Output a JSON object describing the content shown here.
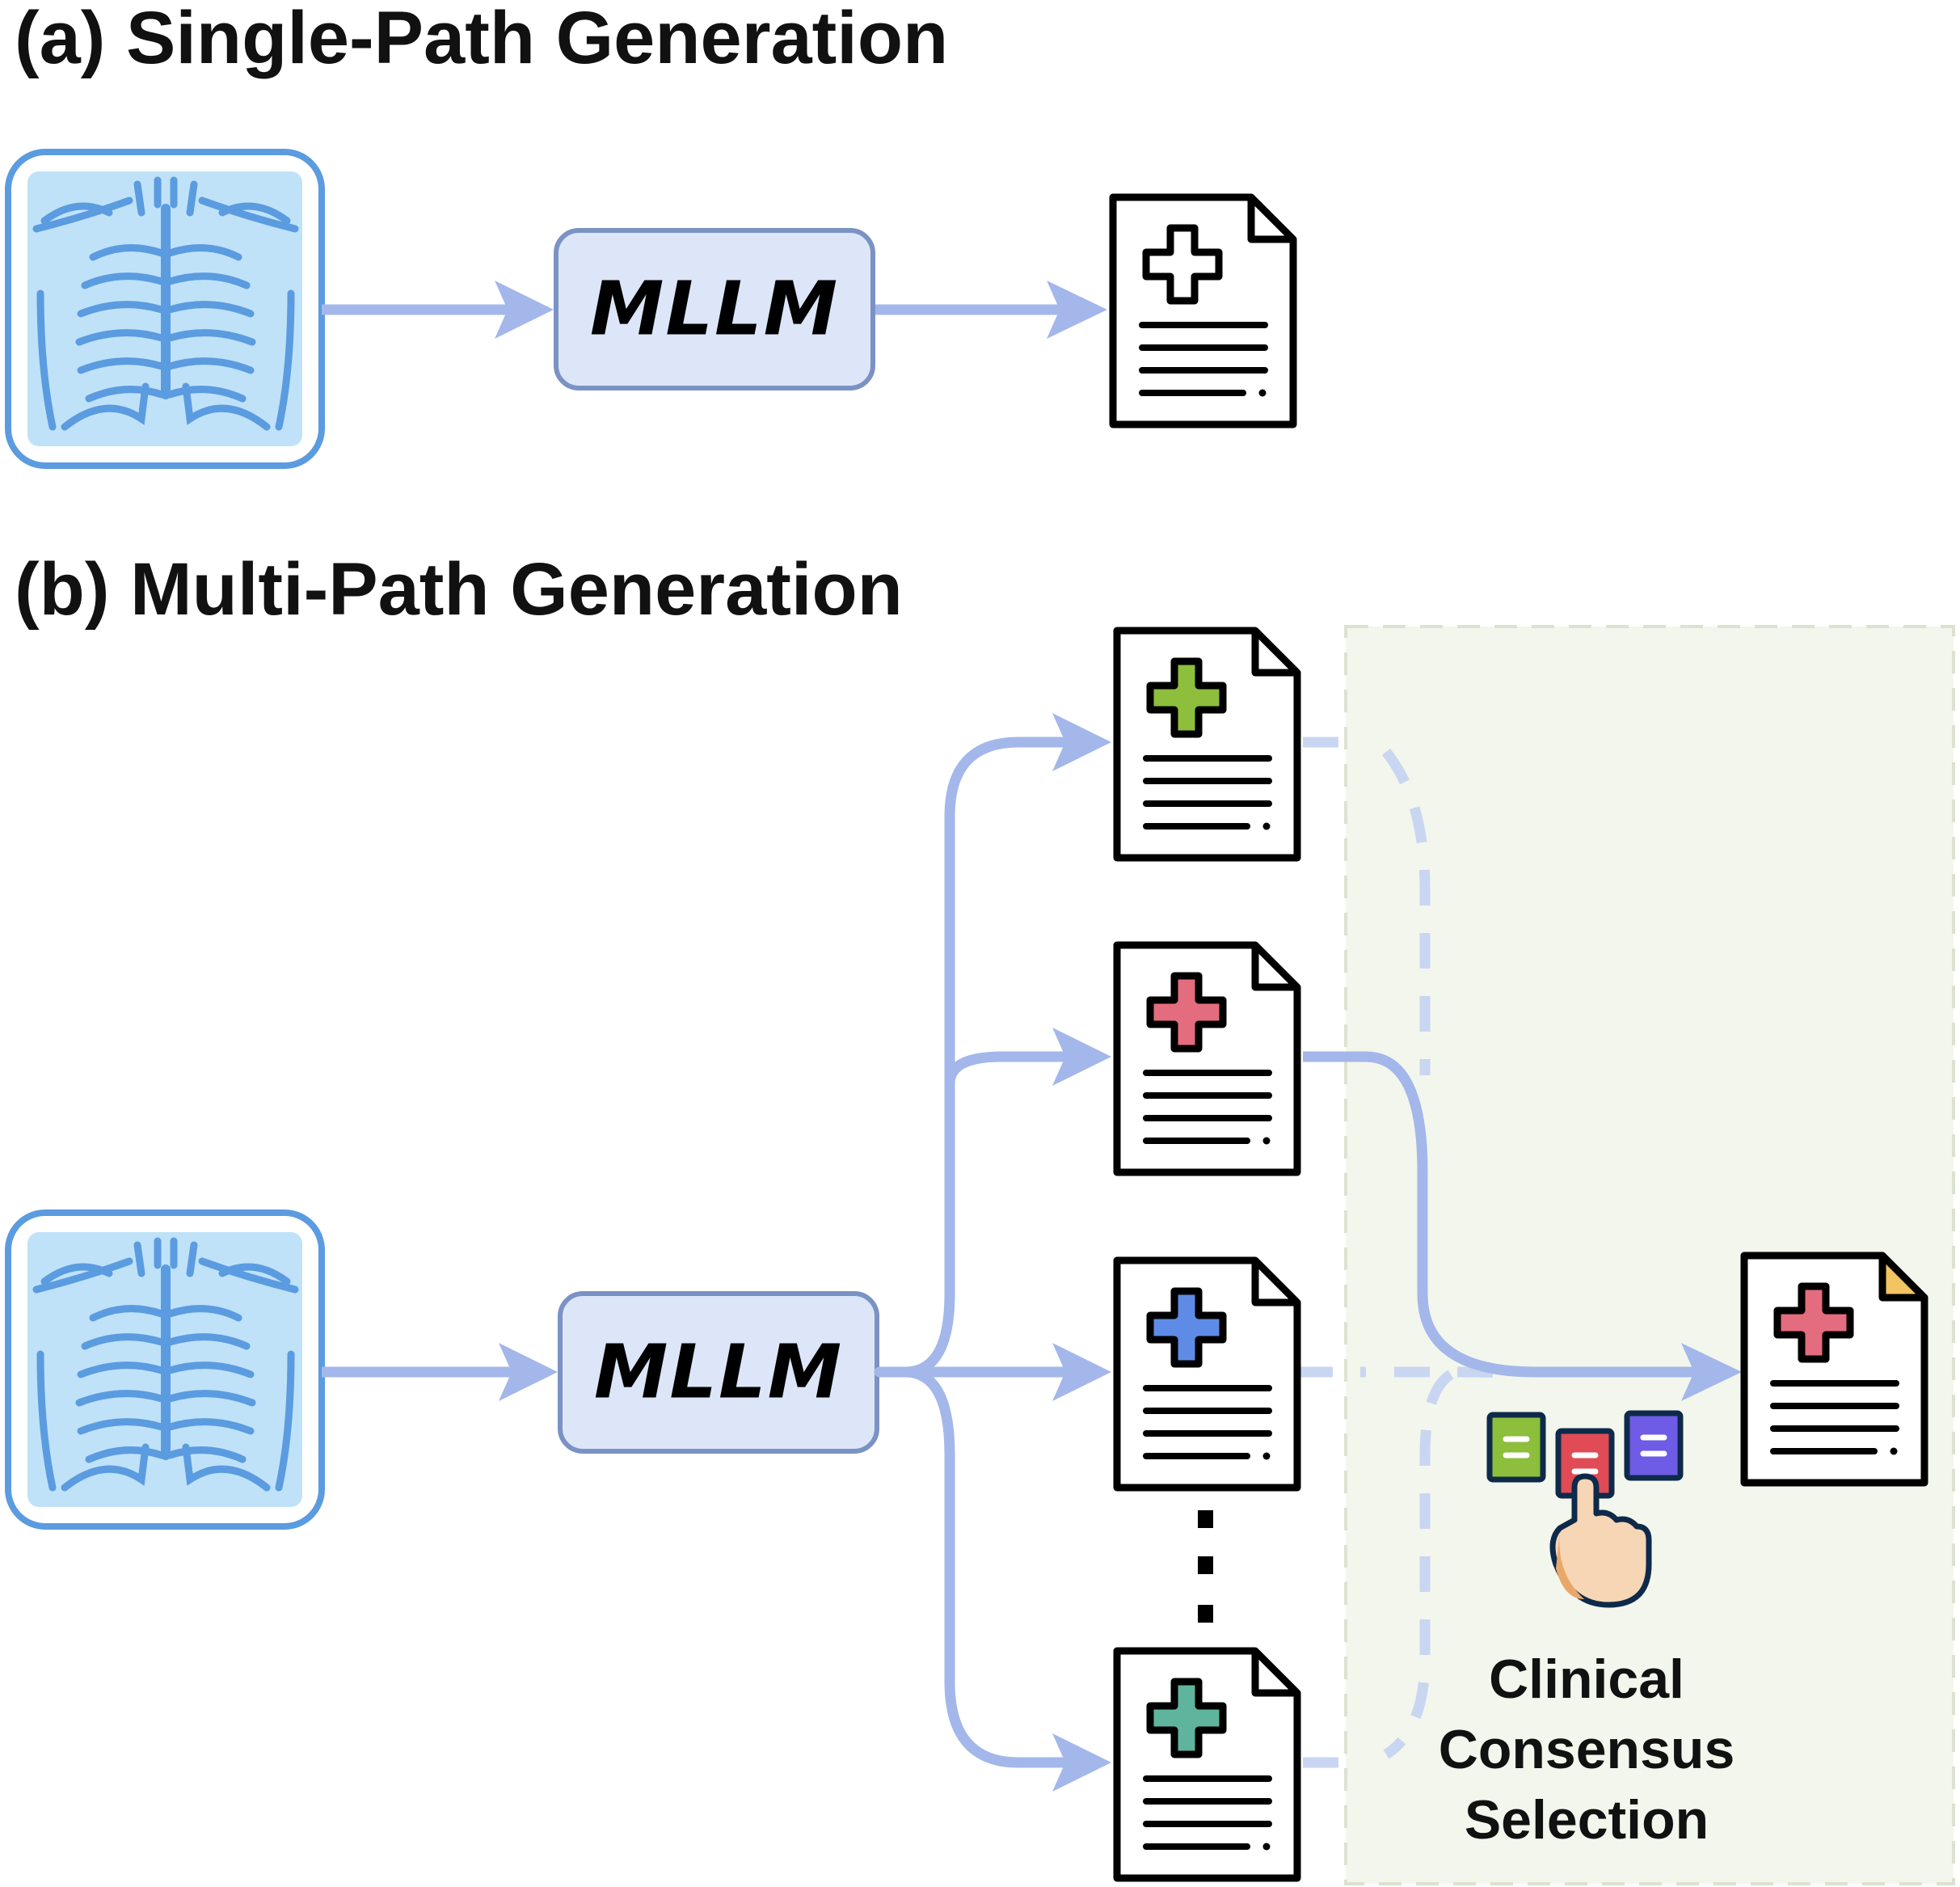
{
  "panel_a": {
    "title": "(a) Single-Path Generation",
    "model_label": "MLLM"
  },
  "panel_b": {
    "title": "(b) Multi-Path Generation",
    "model_label": "MLLM",
    "candidate_reports": [
      {
        "cross_color": "#8DBE3C"
      },
      {
        "cross_color": "#E36C7E"
      },
      {
        "cross_color": "#5E8BE6"
      },
      {
        "cross_color": "#5FB49E"
      }
    ],
    "selection_label": [
      "Clinical",
      "Consensus",
      "Selection"
    ],
    "selected_report": {
      "cross_color": "#E36C7E",
      "corner_color": "#F2C462"
    }
  },
  "colors": {
    "arrow": "#A3B7EA",
    "xray_border": "#5B9BE0",
    "xray_fill": "#BFE2F8",
    "mllm_fill": "#DCE6F8",
    "mllm_border": "#7B92C4",
    "selection_panel_fill": "#F3F6EC"
  }
}
